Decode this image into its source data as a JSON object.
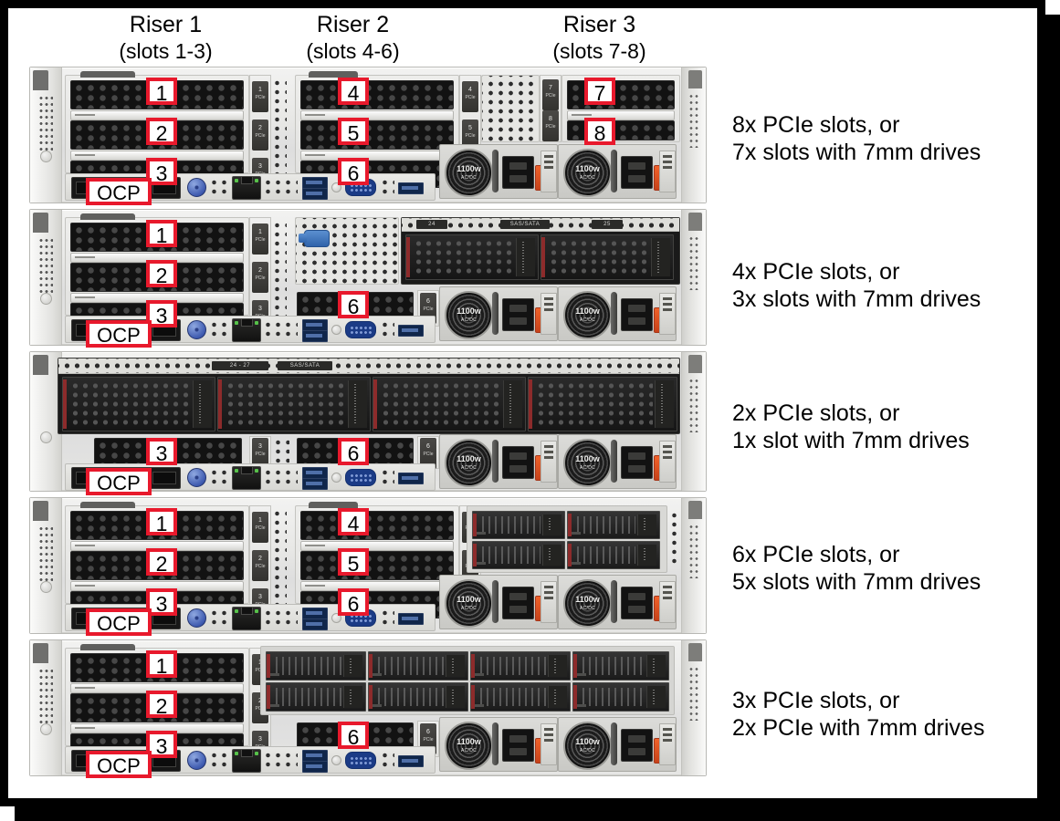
{
  "headers": [
    {
      "line1": "Riser 1",
      "line2": "(slots 1-3)"
    },
    {
      "line1": "Riser 2",
      "line2": "(slots 4-6)"
    },
    {
      "line1": "Riser 3",
      "line2": "(slots 7-8)"
    }
  ],
  "colors": {
    "callout_border": "#e8192c",
    "callout_fill": "#ffffff",
    "frame": "#000000",
    "psu_latch": "#f0622a",
    "vga_blue": "#1b3b86",
    "thumbscrew_blue": "#3f5bb0"
  },
  "psu": {
    "wattage": "1100w",
    "type": "AC/DC"
  },
  "drive_labels": {
    "bay_24": "24",
    "bay_25": "25",
    "range_24_27": "24 - 27",
    "interface": "SAS/SATA"
  },
  "riser_tabs": {
    "slot1": "1",
    "slot2": "2",
    "slot3": "3",
    "slot4": "4",
    "slot5": "5",
    "slot6": "6",
    "slot7": "7",
    "slot8": "8",
    "suffix": "PCIe"
  },
  "ocp_label": "OCP",
  "rows": [
    {
      "id": "config-1",
      "callouts": [
        "1",
        "2",
        "3",
        "4",
        "5",
        "6",
        "7",
        "8"
      ],
      "ocp": "OCP",
      "caption_line1": "8x PCIe slots, or",
      "caption_line2": "7x slots with 7mm drives"
    },
    {
      "id": "config-2",
      "callouts": [
        "1",
        "2",
        "3",
        "6"
      ],
      "ocp": "OCP",
      "caption_line1": "4x PCIe slots, or",
      "caption_line2": "3x slots with 7mm drives"
    },
    {
      "id": "config-3",
      "callouts": [
        "3",
        "6"
      ],
      "ocp": "OCP",
      "caption_line1": "2x PCIe slots, or",
      "caption_line2": "1x slot with 7mm drives"
    },
    {
      "id": "config-4",
      "callouts": [
        "1",
        "2",
        "3",
        "4",
        "5",
        "6"
      ],
      "ocp": "OCP",
      "caption_line1": "6x PCIe slots, or",
      "caption_line2": "5x slots with 7mm drives"
    },
    {
      "id": "config-5",
      "callouts": [
        "1",
        "2",
        "3",
        "6"
      ],
      "ocp": "OCP",
      "caption_line1": "3x PCIe slots, or",
      "caption_line2": "2x PCIe with 7mm drives"
    }
  ]
}
